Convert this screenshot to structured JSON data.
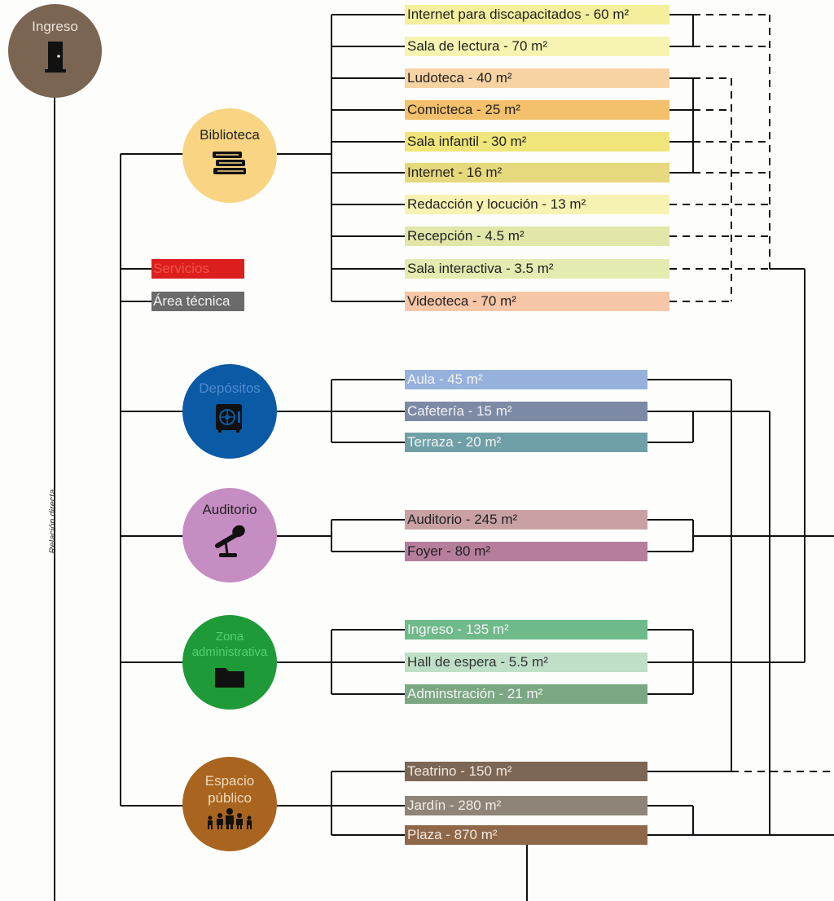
{
  "entrance": {
    "label": "Ingreso",
    "color": "#7a6553",
    "icon": "door-icon"
  },
  "axis_label": "Relación directa",
  "side_tags": [
    {
      "label": "Servicios",
      "color": "#dc1e1e",
      "text_color": "#dc1e1e"
    },
    {
      "label": "Área técnica",
      "color": "#6b6b6b",
      "text_color": "#222222"
    }
  ],
  "groups": [
    {
      "id": "biblioteca",
      "label": "Biblioteca",
      "color": "#f8d483",
      "icon": "books-icon",
      "rooms": [
        {
          "name": "Internet para discapacitados",
          "area": "60",
          "color": "#f4ef9c"
        },
        {
          "name": "Sala de lectura",
          "area": "70",
          "color": "#f7f3b1"
        },
        {
          "name": "Ludoteca",
          "area": "40",
          "color": "#f7d3a3"
        },
        {
          "name": "Comicteca",
          "area": "25",
          "color": "#f3c06b"
        },
        {
          "name": "Sala infantil",
          "area": "30",
          "color": "#f0e57a"
        },
        {
          "name": "Internet",
          "area": "16",
          "color": "#e6d87c"
        },
        {
          "name": "Redacción y locución",
          "area": "13",
          "color": "#f6f2b2"
        },
        {
          "name": "Recepción",
          "area": "4.5",
          "color": "#e2e6a8"
        },
        {
          "name": "Sala interactiva",
          "area": "3.5",
          "color": "#e5eab0"
        },
        {
          "name": "Videoteca",
          "area": "70",
          "color": "#f5c7a6"
        }
      ]
    },
    {
      "id": "depositos",
      "label": "Depósitos",
      "color": "#0a5aa5",
      "text_color": "#3f7fc2",
      "icon": "safe-icon",
      "rooms": [
        {
          "name": "Aula",
          "area": "45",
          "color": "#96b1db"
        },
        {
          "name": "Cafetería",
          "area": "15",
          "color": "#7d8aa6"
        },
        {
          "name": "Terraza",
          "area": "20",
          "color": "#6fa0a7"
        }
      ]
    },
    {
      "id": "auditorio",
      "label": "Auditorio",
      "color": "#c68dc3",
      "icon": "microphone-icon",
      "rooms": [
        {
          "name": "Auditorio",
          "area": "245",
          "color": "#c9a1a5"
        },
        {
          "name": "Foyer",
          "area": "80",
          "color": "#b67e9b"
        }
      ]
    },
    {
      "id": "zona-administrativa",
      "label": "Zona administrativa",
      "color": "#1f9a38",
      "text_color": "#3fc85a",
      "icon": "folder-icon",
      "rooms": [
        {
          "name": "Ingreso",
          "area": "135",
          "color": "#6fba8a"
        },
        {
          "name": "Hall de espera",
          "area": "5.5",
          "color": "#bfe0c7"
        },
        {
          "name": "Adminstración",
          "area": "21",
          "color": "#7ba883"
        }
      ]
    },
    {
      "id": "espacio-publico",
      "label": "Espacio público",
      "color": "#a9651f",
      "icon": "people-icon",
      "rooms": [
        {
          "name": "Teatrino",
          "area": "150",
          "color": "#7c6655"
        },
        {
          "name": "Jardín",
          "area": "280",
          "color": "#8e8578"
        },
        {
          "name": "Plaza",
          "area": "870",
          "color": "#8e6848"
        }
      ]
    }
  ]
}
